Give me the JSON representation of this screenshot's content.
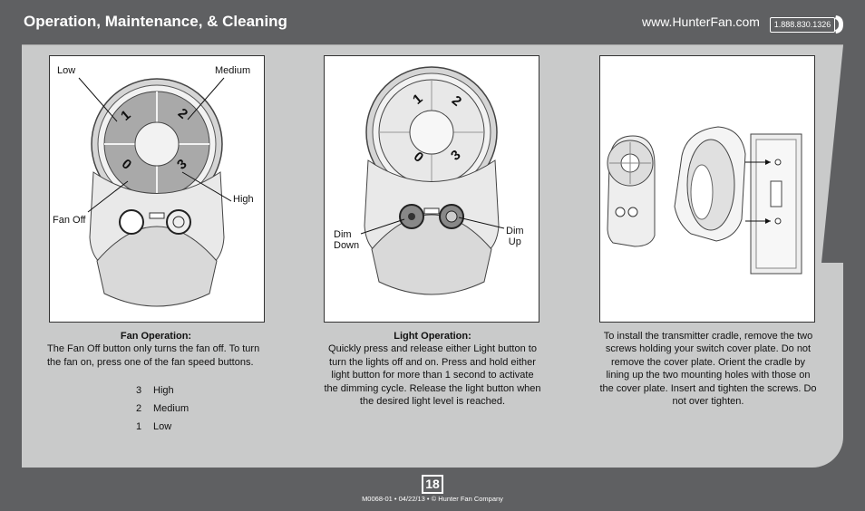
{
  "header": {
    "title": "Operation, Maintenance, & Cleaning",
    "url": "www.HunterFan.com",
    "phone": "1.888.830.1326"
  },
  "fan_figure": {
    "label_low": "Low",
    "label_medium": "Medium",
    "label_high": "High",
    "label_fan_off": "Fan Off",
    "button_digits": [
      "1",
      "2",
      "0",
      "3"
    ]
  },
  "light_figure": {
    "label_dim_down_1": "Dim",
    "label_dim_down_2": "Down",
    "label_dim_up_1": "Dim",
    "label_dim_up_2": "Up"
  },
  "fan_operation": {
    "heading": "Fan Operation:",
    "text": "The Fan Off button only turns the fan off. To turn the fan on, press one of the fan speed buttons.",
    "speeds": [
      {
        "num": "3",
        "name": "High"
      },
      {
        "num": "2",
        "name": "Medium"
      },
      {
        "num": "1",
        "name": "Low"
      }
    ]
  },
  "light_operation": {
    "heading": "Light Operation:",
    "text": "Quickly press and release either Light button to turn the lights off and on. Press and hold either light button for more than 1 second to activate the dimming cycle. Release the light button when the desired light level is reached."
  },
  "cradle_install": {
    "text": "To install the transmitter cradle, remove the two screws holding your switch cover plate. Do not remove the cover plate. Orient the cradle by lining up the two mounting holes with those on the cover plate. Insert and tighten the screws. Do not over tighten."
  },
  "footer": {
    "page_number": "18",
    "text": "M0068-01 • 04/22/13 • © Hunter Fan Company"
  }
}
